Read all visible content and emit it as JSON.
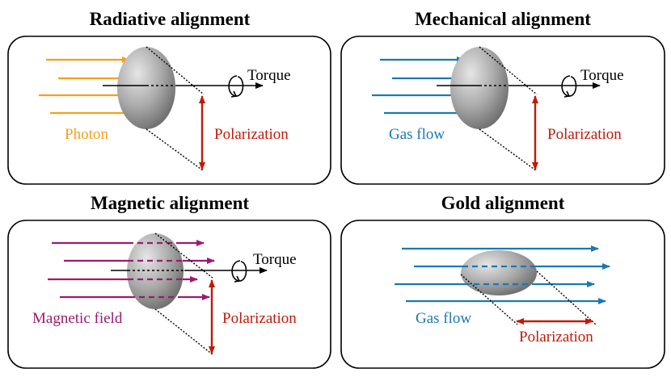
{
  "colors": {
    "photon": "#f5a01a",
    "gas_flow": "#1a78b4",
    "magnetic": "#9c1a6e",
    "polarization": "#c01a08",
    "torque": "#000000",
    "grain_light": "#e4e4e4",
    "grain_dark": "#6a6a6a"
  },
  "panels": {
    "radiative": {
      "title": "Radiative alignment",
      "flow_label": "Photon",
      "torque_label": "Torque",
      "polarization_label": "Polarization",
      "flow_icon": "photon-arrow-icon"
    },
    "mechanical": {
      "title": "Mechanical alignment",
      "flow_label": "Gas flow",
      "torque_label": "Torque",
      "polarization_label": "Polarization",
      "flow_icon": "gas-flow-arrow-icon"
    },
    "magnetic": {
      "title": "Magnetic alignment",
      "flow_label": "Magnetic field",
      "torque_label": "Torque",
      "polarization_label": "Polarization",
      "flow_icon": "magnetic-field-line-icon"
    },
    "gold": {
      "title": "Gold alignment",
      "flow_label": "Gas flow",
      "polarization_label": "Polarization",
      "flow_icon": "gas-flow-arrow-icon"
    }
  }
}
